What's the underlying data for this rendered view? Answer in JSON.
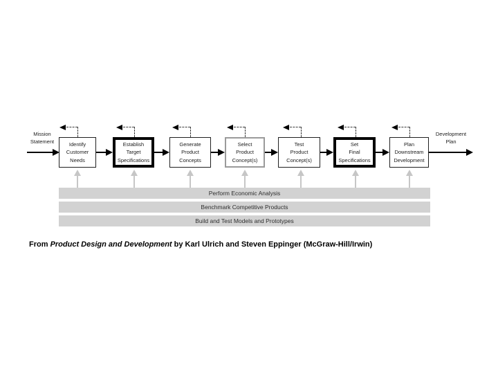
{
  "diagram": {
    "title_hint": "Concept development process",
    "mission_label": {
      "line1": "Mission",
      "line2": "Statement"
    },
    "development_label": {
      "line1": "Development",
      "line2": "Plan"
    },
    "steps": [
      {
        "lines": [
          "Identify",
          "Customer",
          "Needs"
        ],
        "emphasis": "normal"
      },
      {
        "lines": [
          "Establish",
          "Target",
          "Specifications"
        ],
        "emphasis": "bold"
      },
      {
        "lines": [
          "Generate",
          "Product",
          "Concepts"
        ],
        "emphasis": "normal"
      },
      {
        "lines": [
          "Select",
          "Product",
          "Concept(s)"
        ],
        "emphasis": "gray"
      },
      {
        "lines": [
          "Test",
          "Product",
          "Concept(s)"
        ],
        "emphasis": "normal"
      },
      {
        "lines": [
          "Set",
          "Final",
          "Specifications"
        ],
        "emphasis": "bold"
      },
      {
        "lines": [
          "Plan",
          "Downstream",
          "Development"
        ],
        "emphasis": "normal"
      }
    ],
    "activity_bars": [
      "Perform Economic Analysis",
      "Benchmark Competitive Products",
      "Build and Test Models and Prototypes"
    ],
    "colors": {
      "background": "#ffffff",
      "box_border": "#1f1f1f",
      "highlight_border": "#000000",
      "select_border": "#9a9a9a",
      "bar_fill": "#d2d2d2",
      "gray_arrow": "#c6c6c6"
    }
  },
  "caption": {
    "prefix": "From ",
    "book_title": "Product Design and Development",
    "suffix": " by Karl Ulrich and Steven Eppinger (McGraw-Hill/Irwin)"
  }
}
